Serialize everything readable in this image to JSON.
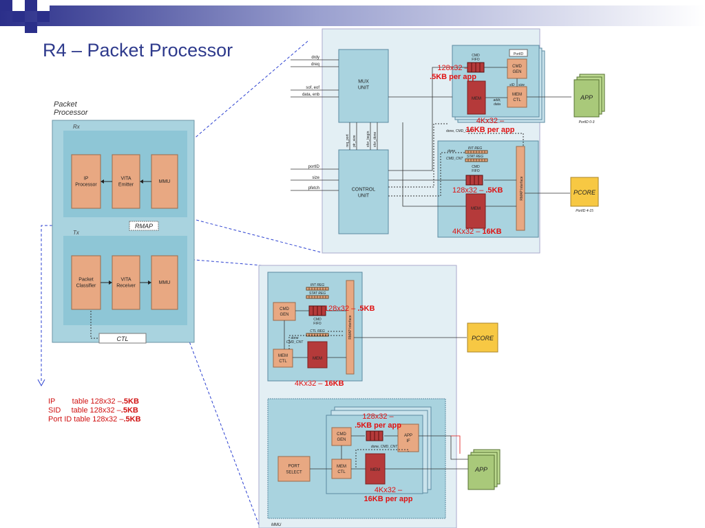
{
  "slide": {
    "title": "R4 – Packet Processor"
  },
  "left_panel": {
    "heading_line1": "Packet",
    "heading_line2": "Processor",
    "rx_label": "Rx",
    "tx_label": "Tx",
    "rmap": "RMAP",
    "ctl": "CTL",
    "rx_blocks": [
      "IP\nProcessor",
      "VITA\nEmitter",
      "MMU"
    ],
    "tx_blocks": [
      "Packet\nClassifier",
      "VITA\nReceiver",
      "MMU"
    ]
  },
  "tables": [
    {
      "name": "IP",
      "desc": "table 128x32 –",
      "size": ".5KB"
    },
    {
      "name": "SID",
      "desc": "table 128x32 –",
      "size": ".5KB"
    },
    {
      "name": "Port ID",
      "desc": "table 128x32 –",
      "size": ".5KB"
    }
  ],
  "top_right": {
    "mux_unit": "MUX\nUNIT",
    "control_unit": "CONTROL\nUNIT",
    "signals_left": [
      "drdy",
      "dreq",
      "sof, eof",
      "data, enb",
      "portID",
      "size",
      "pfetch"
    ],
    "vertical_signals": [
      "req_port",
      "ptr_size",
      "sfor_begin",
      "sfor_done"
    ],
    "cmd_fifo": "CMD\nFIFO",
    "cmd_gen": "CMD\nGEN",
    "mem": "MEM",
    "mem_ctl": "MEM\nCTL",
    "port_id": "PortID",
    "sid": "sID",
    "size": "size",
    "addr_data": "addr,\ndata",
    "fifo_label": "128x32 –\n.5KB per app",
    "mem_label": "4Kx32 –\n16KB per app",
    "app": "APP",
    "app_ports": "PortID 0-3",
    "done_cmd_cnt": "done, CMD_CNT",
    "int_reg": "INT REG",
    "stat_reg": "STAT REG",
    "done": "done",
    "cmd_cnt": "CMD_CNT",
    "cmd_fifo2": "CMD\nFIFO",
    "fifo_label2": "128x32 – .5KB",
    "mem_label2": "4Kx32 – 16KB",
    "rmap_interface": "RMAP Interface",
    "pcore": "PCORE",
    "pcore_ports": "PortID 4-15"
  },
  "bottom_right": {
    "cmd_gen": "CMD\nGEN",
    "int_reg": "INT REG",
    "stat_reg": "STAT REG",
    "cmd_fifo": "CMD\nFIFO",
    "ctl_reg": "CTL REG",
    "done_cmd_cnt": "done\nCMD_CNT",
    "mem_ctl": "MEM\nCTL",
    "mem": "MEM",
    "fifo_label": "128x32 – .5KB",
    "mem_label": "4Kx32 – 16KB",
    "rmap_interface": "RMAP Interface",
    "pcore": "PCORE",
    "port_select": "PORT\nSELECT",
    "cmd_gen2": "CMD\nGEN",
    "mem_ctl2": "MEM\nCTL",
    "mem2": "MEM",
    "app_if": "APP\nIF",
    "done_cmd_cnt2": "done, CMD_CNT",
    "fifo_label2": "128x32 –\n.5KB per app",
    "mem_label2": "4Kx32 –\n16KB per app",
    "app": "APP",
    "mmu": "MMU"
  },
  "colors": {
    "title": "#2e3a8c",
    "block": "#e8a882",
    "mem": "#b53a3a",
    "panel": "#a9d3df",
    "app": "#a9c97a",
    "pcore": "#f7c843",
    "red": "#e01010"
  }
}
